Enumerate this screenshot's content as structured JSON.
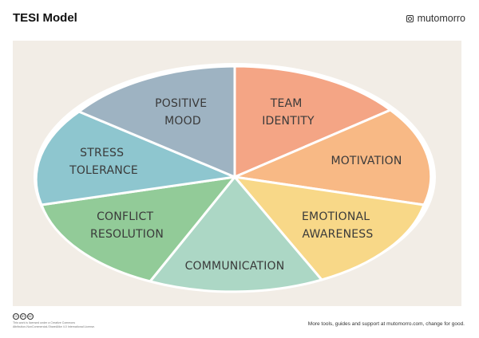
{
  "header": {
    "title": "TESI Model",
    "brand": "mutomorro",
    "brand_icon": "camera-square-icon"
  },
  "diagram": {
    "segments": [
      {
        "id": "team-identity",
        "lines": [
          "TEAM",
          "IDENTITY"
        ],
        "color": "#f4a585"
      },
      {
        "id": "motivation",
        "lines": [
          "MOTIVATION"
        ],
        "color": "#f8b985"
      },
      {
        "id": "emotional-awareness",
        "lines": [
          "EMOTIONAL",
          "AWARENESS"
        ],
        "color": "#f8d888"
      },
      {
        "id": "communication",
        "lines": [
          "COMMUNICATION"
        ],
        "color": "#acd7c5"
      },
      {
        "id": "conflict-resolution",
        "lines": [
          "CONFLICT",
          "RESOLUTION"
        ],
        "color": "#92cb98"
      },
      {
        "id": "stress-tolerance",
        "lines": [
          "STRESS",
          "TOLERANCE"
        ],
        "color": "#8ec6cf"
      },
      {
        "id": "positive-mood",
        "lines": [
          "POSITIVE",
          "MOOD"
        ],
        "color": "#9eb3c2"
      }
    ]
  },
  "footer": {
    "license_icons": [
      "CC",
      "BY",
      "NC"
    ],
    "license_lines": [
      "This work is licensed under a Creative Commons",
      "Attribution-NonCommercial-ShareAlike 4.0 International License."
    ],
    "tagline": "More tools, guides and support at mutomorro.com, change for good."
  }
}
